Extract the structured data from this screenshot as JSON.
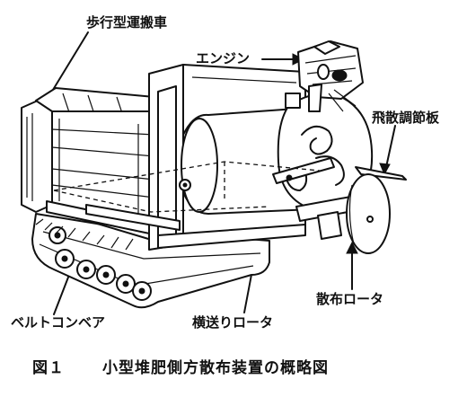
{
  "labels": {
    "walk_vehicle": "歩行型運搬車",
    "engine": "エンジン",
    "scatter_plate": "飛散調節板",
    "belt_conveyor": "ベルトコンベア",
    "cross_feed_rotor": "横送りロータ",
    "spread_rotor": "散布ロータ"
  },
  "caption": {
    "figure_number": "図１",
    "text": "小型堆肥側方散布装置の概略図"
  }
}
